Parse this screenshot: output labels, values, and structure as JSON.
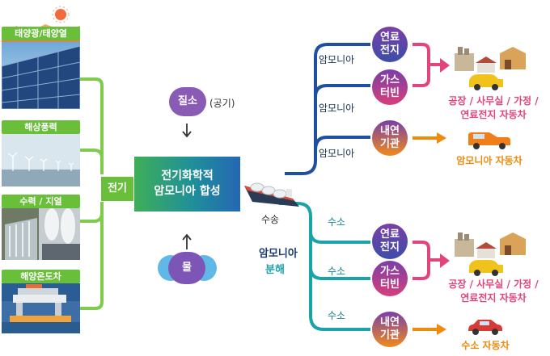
{
  "sources": [
    {
      "label": "태양광/태양열"
    },
    {
      "label": "해상풍력"
    },
    {
      "label": "수력 / 지열"
    },
    {
      "label": "해양온도차"
    }
  ],
  "electricity": "전기",
  "nitrogen": {
    "label": "질소",
    "note": "(공기)"
  },
  "water": {
    "label": "물"
  },
  "center": {
    "line1": "전기화학적",
    "line2": "암모니아 합성"
  },
  "transport": "수송",
  "decomposition": {
    "line1": "암모니아",
    "line2": "분해"
  },
  "upper": {
    "routes": [
      "암모니아",
      "암모니아",
      "암모니아"
    ],
    "nodes": [
      {
        "line1": "연료",
        "line2": "전지"
      },
      {
        "line1": "가스",
        "line2": "터빈"
      },
      {
        "line1": "내연",
        "line2": "기관"
      }
    ],
    "dest_main": {
      "line1": "공장 / 사무실 / 가정 /",
      "line2": "연료전지 자동차"
    },
    "dest_car": "암모니아 자동차"
  },
  "lower": {
    "routes": [
      "수소",
      "수소",
      "수소"
    ],
    "nodes": [
      {
        "line1": "연료",
        "line2": "전지"
      },
      {
        "line1": "가스",
        "line2": "터빈"
      },
      {
        "line1": "내연",
        "line2": "기관"
      }
    ],
    "dest_main": {
      "line1": "공장 / 사무실 / 가정 /",
      "line2": "연료전지 자동차"
    },
    "dest_car": "수소 자동차"
  },
  "colors": {
    "green": "#6abf3a",
    "blue": "#1f4fa0",
    "teal": "#1aa3a8",
    "pink": "#e2457a",
    "orange": "#ee8a0c",
    "purple": "#7a3fa8"
  }
}
